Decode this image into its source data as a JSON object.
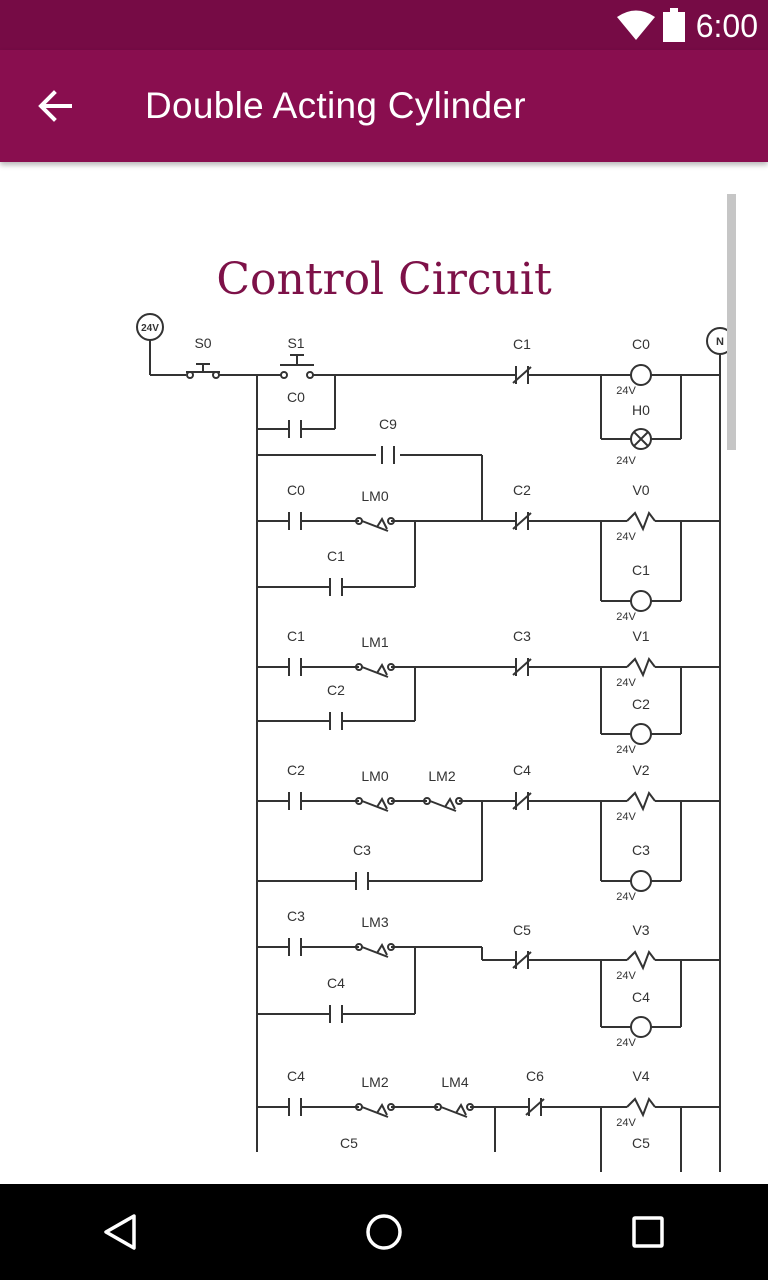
{
  "status_bar": {
    "time": "6:00"
  },
  "app_bar": {
    "title": "Double Acting Cylinder"
  },
  "diagram": {
    "title": "Control Circuit",
    "supply_label": "24V",
    "neutral_label": "N",
    "coil_voltage": "24V",
    "labels": {
      "s0": "S0",
      "s1": "S1",
      "r1_c1": "C1",
      "r1_c0": "C0",
      "r1_c0b": "C0",
      "r1_h0": "H0",
      "r2_c9": "C9",
      "r3_c0": "C0",
      "r3_lm0": "LM0",
      "r3_c2": "C2",
      "r3_v0": "V0",
      "r3_c1": "C1",
      "r3_c1b": "C1",
      "r4_c1": "C1",
      "r4_lm1": "LM1",
      "r4_c3": "C3",
      "r4_v1": "V1",
      "r4_c2": "C2",
      "r4_c2b": "C2",
      "r5_c2": "C2",
      "r5_lm0": "LM0",
      "r5_lm2": "LM2",
      "r5_c4": "C4",
      "r5_v2": "V2",
      "r5_c3": "C3",
      "r5_c3b": "C3",
      "r6_c3": "C3",
      "r6_lm3": "LM3",
      "r6_c5": "C5",
      "r6_v3": "V3",
      "r6_c4": "C4",
      "r6_c4b": "C4",
      "r7_c4": "C4",
      "r7_lm2": "LM2",
      "r7_lm4": "LM4",
      "r7_c6": "C6",
      "r7_v4": "V4",
      "r7_c5": "C5",
      "r7_c5b": "C5"
    }
  },
  "icons": {
    "wifi": "wifi-icon",
    "battery": "battery-icon",
    "back": "back-arrow-icon",
    "nav_back": "nav-back-icon",
    "nav_home": "nav-home-icon",
    "nav_recents": "nav-recents-icon"
  },
  "colors": {
    "status_bar": "#760b45",
    "app_bar": "#890e4f",
    "title": "#7d1148",
    "ink": "#333333"
  }
}
